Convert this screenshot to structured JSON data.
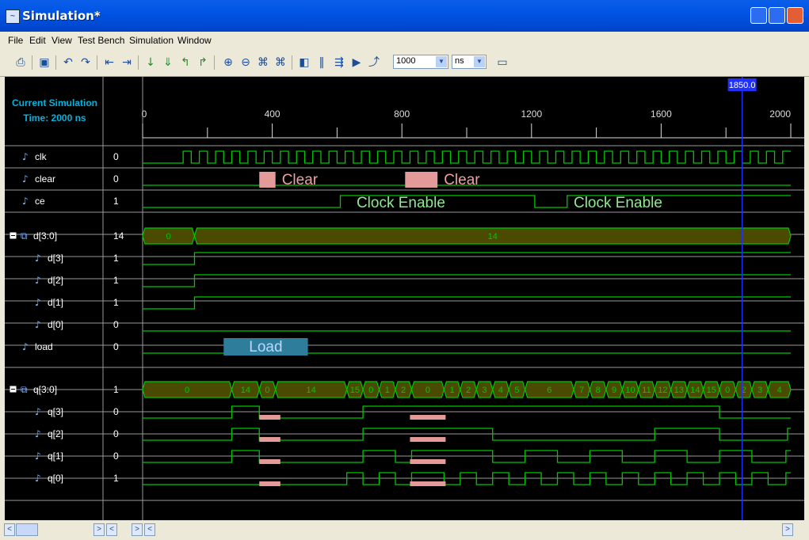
{
  "window": {
    "title": "Simulation*"
  },
  "menu": [
    "File",
    "Edit",
    "View",
    "Test Bench",
    "Simulation",
    "Window"
  ],
  "toolbar": {
    "zoom_value": "1000",
    "unit_value": "ns"
  },
  "sim": {
    "current_time_label": "Current Simulation",
    "current_time_value": "Time: 2000 ns",
    "cursor_label": "1850.0",
    "cursor_time": 1850,
    "time_ticks": [
      "0",
      "400",
      "800",
      "1200",
      "1600",
      "2000"
    ],
    "view_range_ns": [
      0,
      2000
    ]
  },
  "signals": [
    {
      "name": "clk",
      "value": "0"
    },
    {
      "name": "clear",
      "value": "0"
    },
    {
      "name": "ce",
      "value": "1"
    },
    {
      "name": "d[3:0]",
      "value": "14"
    },
    {
      "name": "d[3]",
      "value": "1"
    },
    {
      "name": "d[2]",
      "value": "1"
    },
    {
      "name": "d[1]",
      "value": "1"
    },
    {
      "name": "d[0]",
      "value": "0"
    },
    {
      "name": "load",
      "value": "0"
    },
    {
      "name": "q[3:0]",
      "value": "1"
    },
    {
      "name": "q[3]",
      "value": "0"
    },
    {
      "name": "q[2]",
      "value": "0"
    },
    {
      "name": "q[1]",
      "value": "0"
    },
    {
      "name": "q[0]",
      "value": "1"
    }
  ],
  "annotations": {
    "clear": "Clear",
    "clock_enable": "Clock Enable",
    "load": "Load"
  },
  "bus_d_values": [
    "0",
    "14"
  ],
  "bus_q_values": [
    "0",
    "14",
    "0",
    "14",
    "15",
    "0",
    "1",
    "2",
    "0",
    "1",
    "2",
    "3",
    "4",
    "5",
    "6",
    "7",
    "8",
    "9",
    "10",
    "11",
    "12",
    "13",
    "14",
    "15",
    "0",
    "2",
    "3",
    "4"
  ],
  "colors": {
    "waveform": "#00c800",
    "bus_fill": "#4a4a00",
    "cursor": "#2030ff",
    "clear_highlight": "#e59a9a",
    "load_highlight": "#2e7d9b",
    "enable_text": "#90e890",
    "clear_text": "#f0a0a0"
  }
}
